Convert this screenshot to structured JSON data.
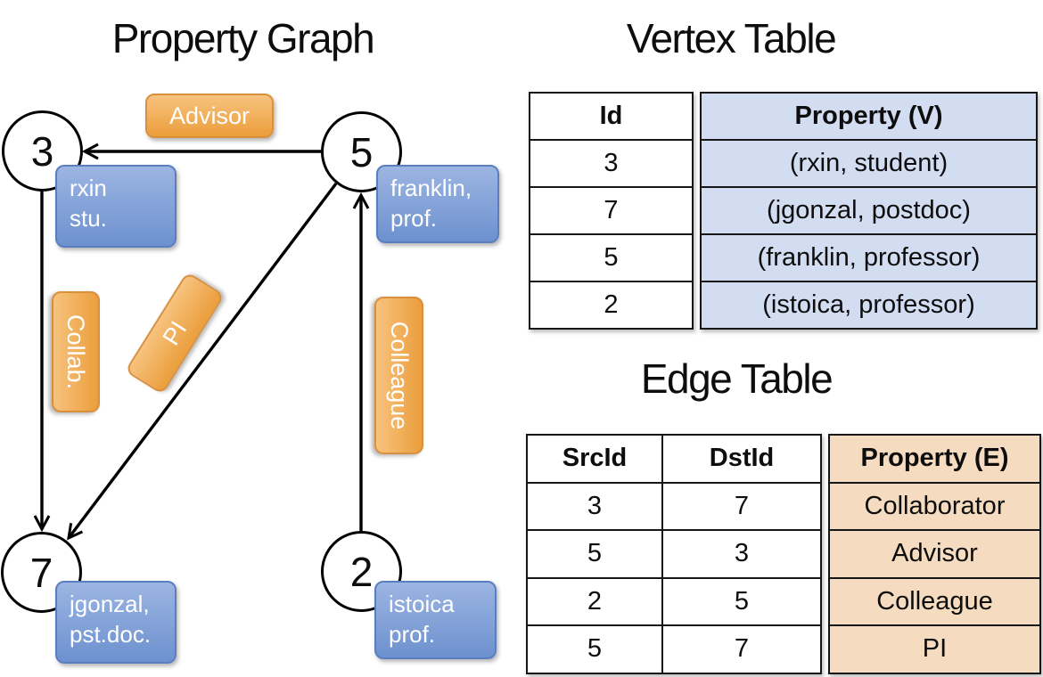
{
  "titles": {
    "property_graph": "Property Graph",
    "vertex_table": "Vertex Table",
    "edge_table": "Edge Table"
  },
  "graph": {
    "nodes": [
      {
        "id": "3"
      },
      {
        "id": "5"
      },
      {
        "id": "7"
      },
      {
        "id": "2"
      }
    ],
    "edge_labels": {
      "advisor": "Advisor",
      "collab": "Collab.",
      "pi": "PI",
      "colleague": "Colleague"
    },
    "vertex_labels": {
      "rxin": {
        "line1": "rxin",
        "line2": "stu."
      },
      "franklin": {
        "line1": "franklin,",
        "line2": "prof."
      },
      "jgonzal": {
        "line1": "jgonzal,",
        "line2": "pst.doc."
      },
      "istoica": {
        "line1": "istoica",
        "line2": "prof."
      }
    }
  },
  "vertex_table": {
    "headers": {
      "id": "Id",
      "property": "Property (V)"
    },
    "rows": [
      {
        "id": "3",
        "property": "(rxin, student)"
      },
      {
        "id": "7",
        "property": "(jgonzal, postdoc)"
      },
      {
        "id": "5",
        "property": "(franklin, professor)"
      },
      {
        "id": "2",
        "property": "(istoica, professor)"
      }
    ]
  },
  "edge_table": {
    "headers": {
      "src": "SrcId",
      "dst": "DstId",
      "property": "Property (E)"
    },
    "rows": [
      {
        "src": "3",
        "dst": "7",
        "property": "Collaborator"
      },
      {
        "src": "5",
        "dst": "3",
        "property": "Advisor"
      },
      {
        "src": "2",
        "dst": "5",
        "property": "Colleague"
      },
      {
        "src": "5",
        "dst": "7",
        "property": "PI"
      }
    ]
  },
  "colors": {
    "edge_label_orange": "#eb9e3c",
    "vertex_label_blue": "#6d91cf",
    "vertex_table_fill": "#d3ddf2",
    "edge_table_fill": "#f5dcc0",
    "line_black": "#000000"
  }
}
